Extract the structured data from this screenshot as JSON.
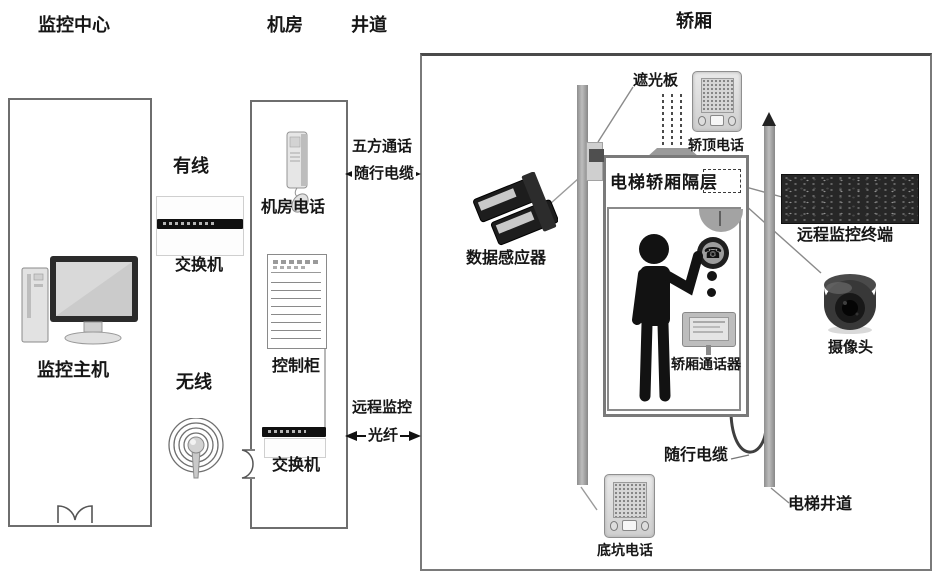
{
  "titles": {
    "monitoring_center": "监控中心",
    "machine_room": "机房",
    "shaft": "井道",
    "car": "轿厢"
  },
  "monitoring_center": {
    "host": "监控主机"
  },
  "links": {
    "wired": "有线",
    "wired_switch": "交换机",
    "wireless": "无线"
  },
  "machine_room": {
    "phone": "机房电话",
    "cabinet": "控制柜",
    "switch": "交换机"
  },
  "connections": {
    "five_party_call": "五方通话",
    "trailing_cable": "随行电缆",
    "remote_monitoring": "远程监控",
    "fiber": "光纤"
  },
  "car": {
    "light_plate": "遮光板",
    "top_phone": "轿顶电话",
    "interlayer": "电梯轿厢隔层",
    "data_sensor": "数据感应器",
    "remote_terminal": "远程监控终端",
    "camera": "摄像头",
    "intercom": "轿厢通话器",
    "trailing_cable": "随行电缆",
    "shaft_label": "电梯井道",
    "pit_phone": "底坑电话"
  },
  "icons": {
    "phone_glyph": "☎",
    "names": [
      "desktop-computer-icon",
      "rack-switch-icon",
      "wireless-antenna-icon",
      "wall-phone-icon",
      "control-cabinet-icon",
      "speaker-phone-icon",
      "data-sensor-icon",
      "pcb-board-icon",
      "dome-camera-icon",
      "person-icon",
      "intercom-icon",
      "door-icon"
    ]
  },
  "colors": {
    "background": "#ffffff",
    "box_border": "#6e6e6e",
    "rail_gray": "#9a9a9a",
    "device_dark": "#1c1c1c",
    "text": "#161616"
  }
}
